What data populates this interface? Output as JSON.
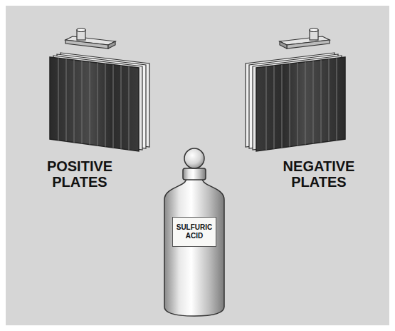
{
  "diagram": {
    "nodes": [
      {
        "text": [
          "SULFURIC ACID"
        ]
      }
    ],
    "labels": [
      "POSITIVE PLATES",
      "NEGATIVE PLATES"
    ]
  }
}
